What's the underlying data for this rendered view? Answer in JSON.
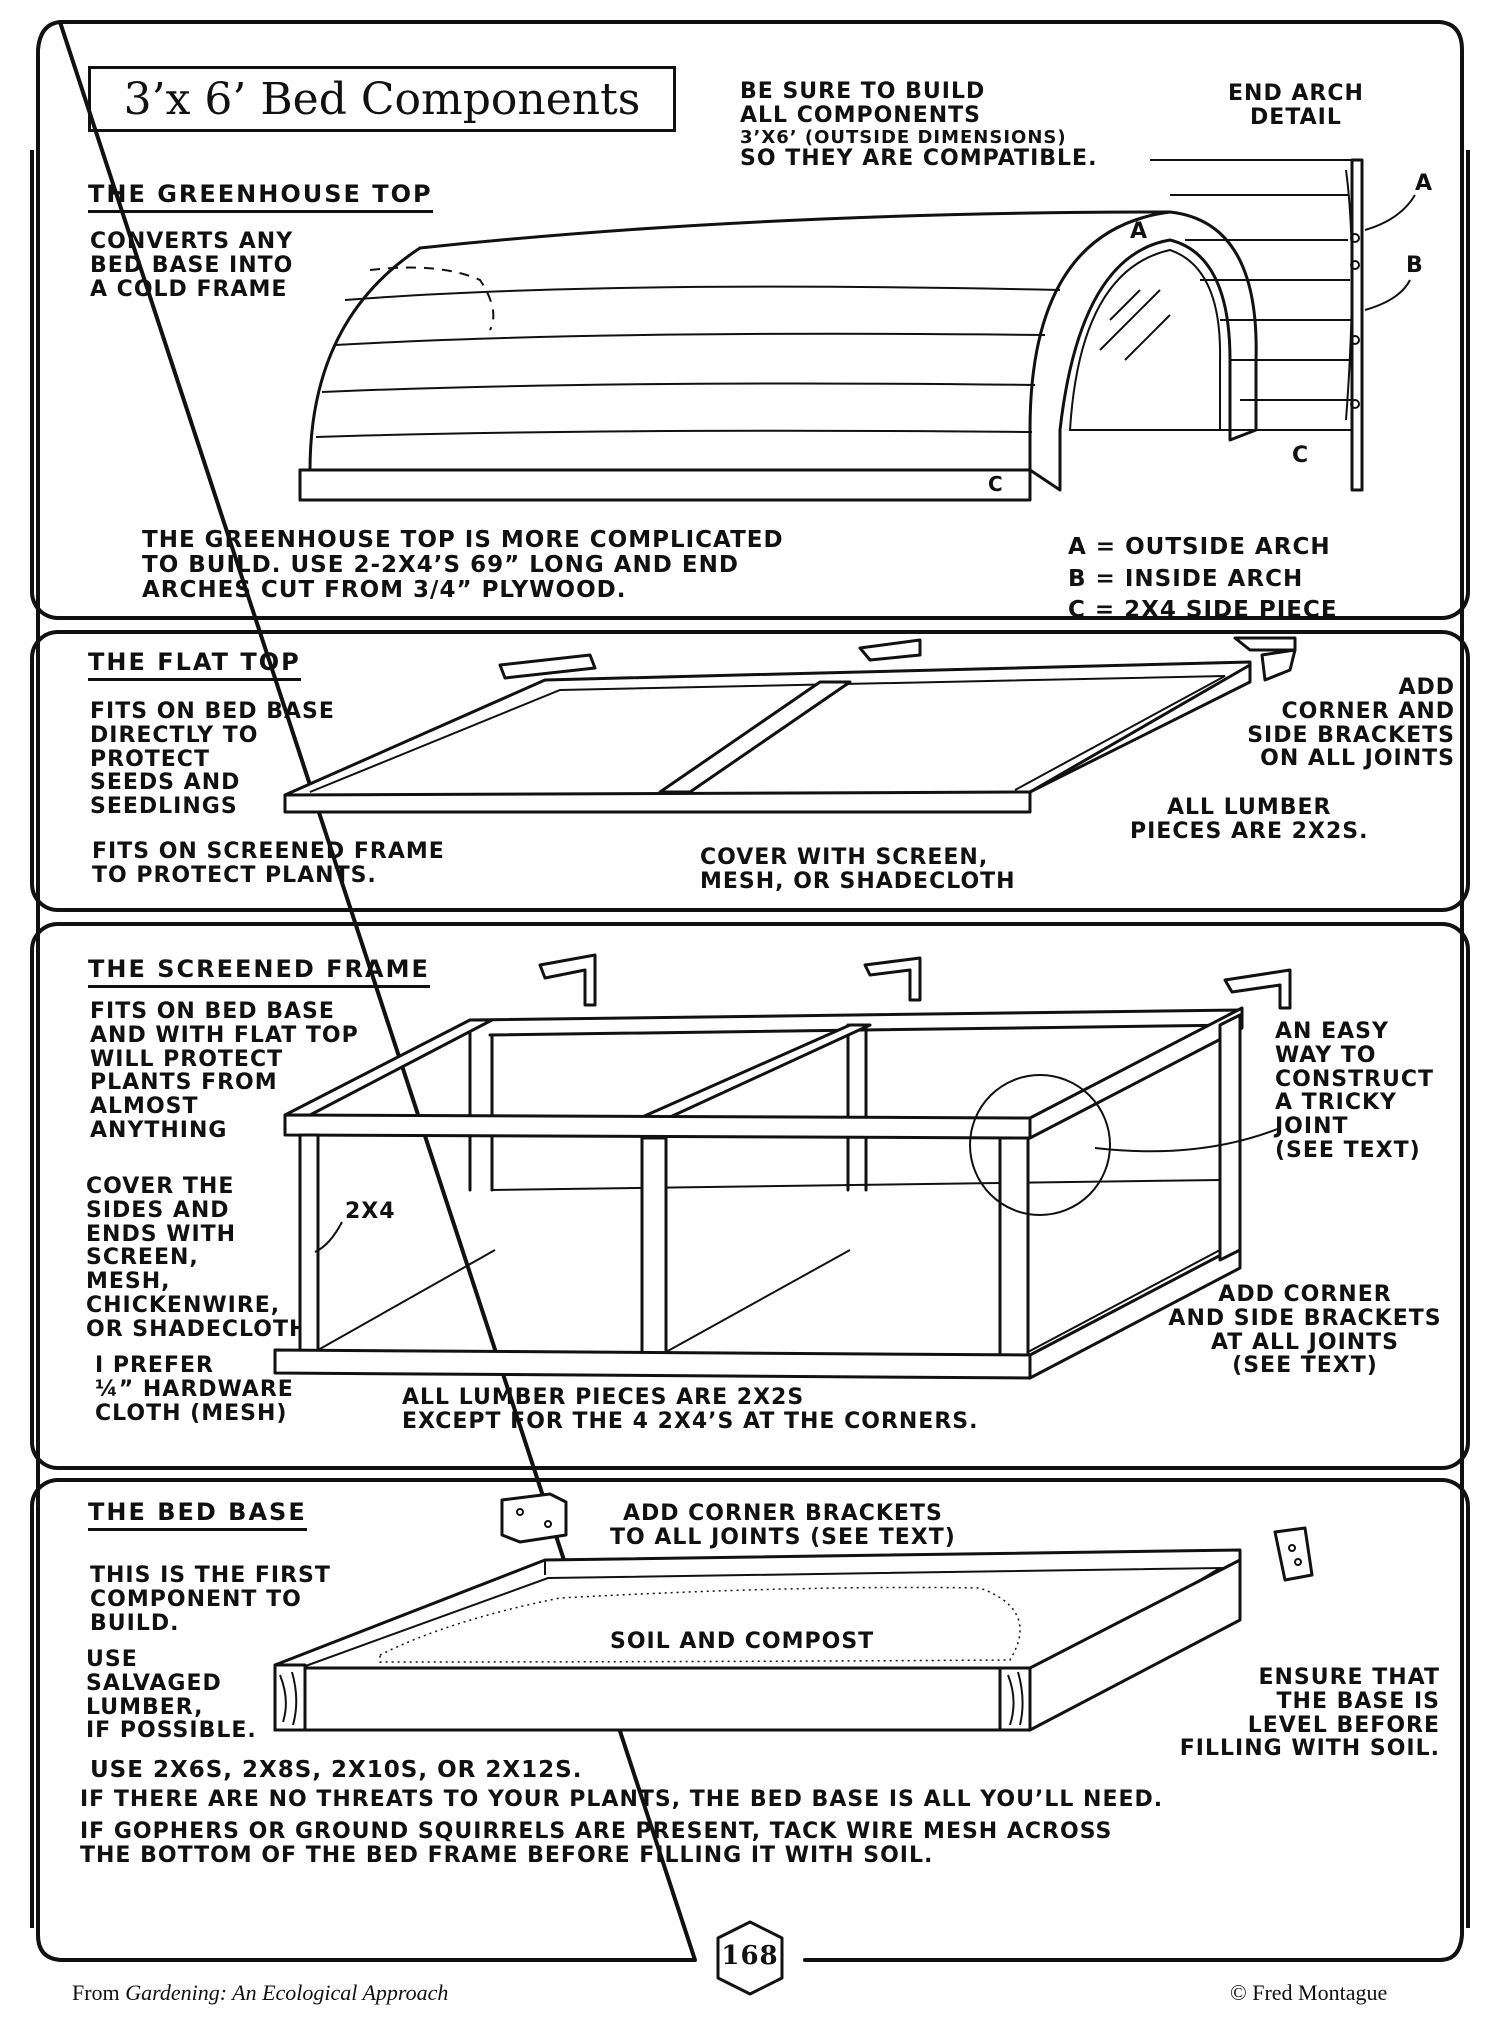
{
  "page_title": "3’x 6’ Bed Components",
  "note_compatible": [
    "BE SURE TO BUILD",
    "ALL COMPONENTS",
    "3’x6’ (OUTSIDE DIMENSIONS)",
    "SO THEY ARE COMPATIBLE."
  ],
  "greenhouse": {
    "header": "THE GREENHOUSE TOP",
    "intro": [
      "CONVERTS ANY",
      "BED BASE INTO",
      "A COLD FRAME"
    ],
    "arch_detail_title": [
      "END ARCH",
      "DETAIL"
    ],
    "label_a": "A",
    "label_b": "B",
    "label_c": "C",
    "label_c_small": "c",
    "description": [
      "THE GREENHOUSE TOP IS MORE COMPLICATED",
      "TO BUILD. USE 2-2x4’s 69” LONG AND END",
      "ARCHES CUT FROM 3/4” PLYWOOD."
    ],
    "legend": [
      "A = OUTSIDE ARCH",
      "B = INSIDE ARCH",
      "C = 2x4 SIDE PIECE"
    ]
  },
  "flat_top": {
    "header": "THE FLAT TOP",
    "intro": [
      "FITS ON BED BASE",
      "DIRECTLY TO",
      "PROTECT",
      "SEEDS AND",
      "SEEDLINGS"
    ],
    "fits_screened": [
      "FITS ON SCREENED FRAME",
      "TO PROTECT PLANTS."
    ],
    "cover": [
      "COVER WITH SCREEN,",
      "MESH, OR SHADECLOTH"
    ],
    "brackets": [
      "ADD",
      "CORNER AND",
      "SIDE BRACKETS",
      "ON ALL JOINTS"
    ],
    "lumber": [
      "ALL LUMBER",
      "PIECES ARE 2x2s."
    ]
  },
  "screened": {
    "header": "THE SCREENED FRAME",
    "intro": [
      "FITS ON BED BASE",
      "AND WITH FLAT TOP",
      "WILL PROTECT",
      "PLANTS FROM",
      "ALMOST",
      "ANYTHING"
    ],
    "cover": [
      "COVER THE",
      "SIDES AND",
      "ENDS WITH",
      "SCREEN,",
      "MESH,",
      "CHICKENWIRE,",
      "OR SHADECLOTH"
    ],
    "prefer": [
      "I PREFER",
      "¼” HARDWARE",
      "CLOTH (MESH)"
    ],
    "label_2x4": "2x4",
    "joint": [
      "AN EASY",
      "WAY TO",
      "CONSTRUCT",
      "A TRICKY",
      "JOINT",
      "(SEE TEXT)"
    ],
    "brackets": [
      "ADD CORNER",
      "AND SIDE BRACKETS",
      "AT ALL JOINTS",
      "(SEE TEXT)"
    ],
    "lumber": [
      "ALL LUMBER PIECES ARE 2x2s",
      "EXCEPT FOR THE 4 2x4’s AT THE CORNERS."
    ]
  },
  "bed_base": {
    "header": "THE BED BASE",
    "brackets": [
      "ADD CORNER BRACKETS",
      "TO ALL JOINTS (SEE TEXT)"
    ],
    "first": [
      "THIS IS THE FIRST",
      "COMPONENT TO",
      "BUILD."
    ],
    "salvaged": [
      "USE",
      "SALVAGED",
      "LUMBER,",
      "IF POSSIBLE."
    ],
    "soil": "SOIL AND COMPOST",
    "level": [
      "ENSURE THAT",
      "THE BASE IS",
      "LEVEL BEFORE",
      "FILLING WITH SOIL."
    ],
    "sizes": "USE 2x6s, 2x8s, 2x10s, OR 2x12s.",
    "threats": "IF THERE ARE NO THREATS TO YOUR PLANTS, THE BED BASE IS ALL YOU’LL NEED.",
    "gophers": [
      "IF GOPHERS OR GROUND SQUIRRELS ARE PRESENT, TACK WIRE MESH ACROSS",
      "THE BOTTOM OF THE BED FRAME BEFORE FILLING IT WITH SOIL."
    ]
  },
  "page_number": "168",
  "footer": {
    "from": "From ",
    "book": "Gardening: An Ecological Approach",
    "copyright": "© Fred Montague"
  }
}
